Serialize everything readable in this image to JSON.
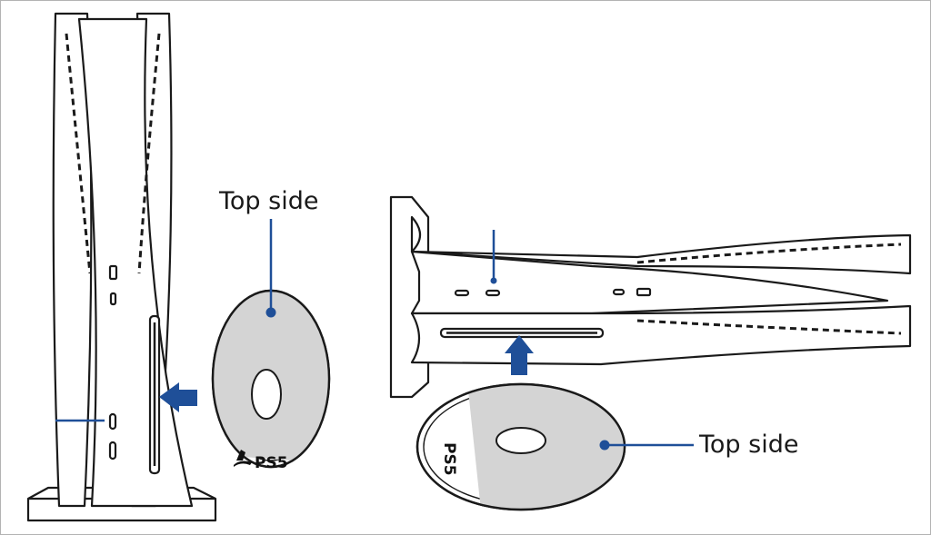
{
  "labels": {
    "vertical_disc": "Top side",
    "horizontal_disc": "Top side"
  },
  "disc_logo": "PS5",
  "colors": {
    "arrow": "#1f4f98",
    "leader_line": "#1f4f98",
    "outline": "#1a1a1a",
    "disc_face": "#d4d4d4",
    "frame_border": "#b3b3b3"
  },
  "icons": [
    "insert-arrow-left-icon",
    "insert-arrow-up-icon",
    "playstation-logo-icon"
  ]
}
